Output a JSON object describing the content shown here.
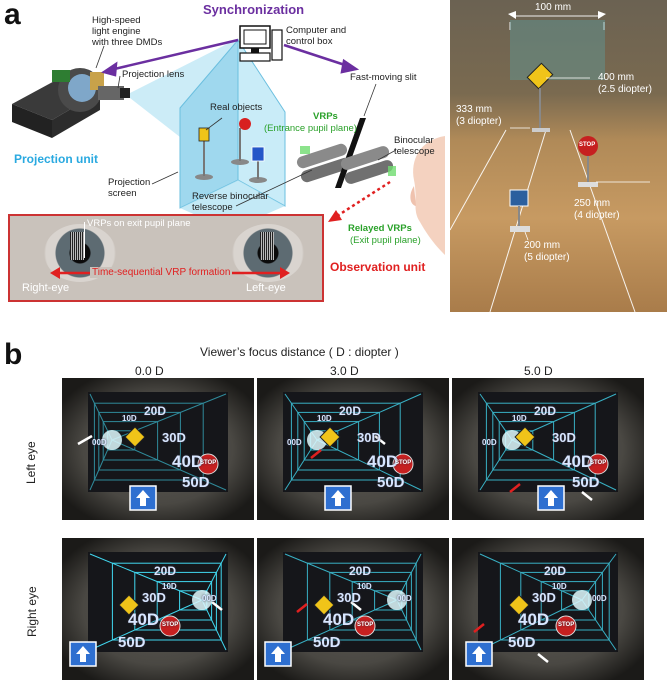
{
  "panel_a": {
    "letter": "a",
    "synchronization": "Synchronization",
    "computer_box": "Computer and\ncontrol box",
    "light_engine": "High-speed\nlight engine\nwith three DMDs",
    "projection_lens": "Projection lens",
    "projection_unit": "Projection unit",
    "projection_screen": "Projection\nscreen",
    "real_objects": "Real objects",
    "reverse_telescope": "Reverse binocular\ntelescope",
    "fast_slit": "Fast-moving slit",
    "vrps": "VRPs",
    "entrance_pupil": "(Entrance pupil plane)",
    "binocular_telescope": "Binocular\ntelescope",
    "relayed_vrps": "Relayed VRPs",
    "exit_pupil": "(Exit pupil plane)",
    "observation_unit": "Observation unit",
    "vrps_exit": "VRPs on exit pupil plane",
    "time_sequential": "Time-sequential VRP formation",
    "right_eye": "Right-eye",
    "left_eye": "Left-eye",
    "photo": {
      "width": "100 mm",
      "d400": "400 mm\n(2.5 diopter)",
      "d333": "333 mm\n(3 diopter)",
      "d250": "250 mm\n(4 diopter)",
      "d200": "200 mm\n(5 diopter)",
      "stop": "STOP"
    }
  },
  "panel_b": {
    "letter": "b",
    "title": "Viewer’s focus distance ( D : diopter )",
    "columns": [
      "0.0 D",
      "3.0 D",
      "5.0 D"
    ],
    "rows": [
      "Left eye",
      "Right eye"
    ],
    "depth_labels": [
      "00D",
      "10D",
      "20D",
      "30D",
      "40D",
      "50D"
    ],
    "stop": "STOP"
  },
  "colors": {
    "sync_purple": "#6b2fa0",
    "projection_blue": "#29a9e0",
    "observation_red": "#e02020",
    "vrp_green": "#2aa12a",
    "grid_cyan": "#41d7ef"
  }
}
